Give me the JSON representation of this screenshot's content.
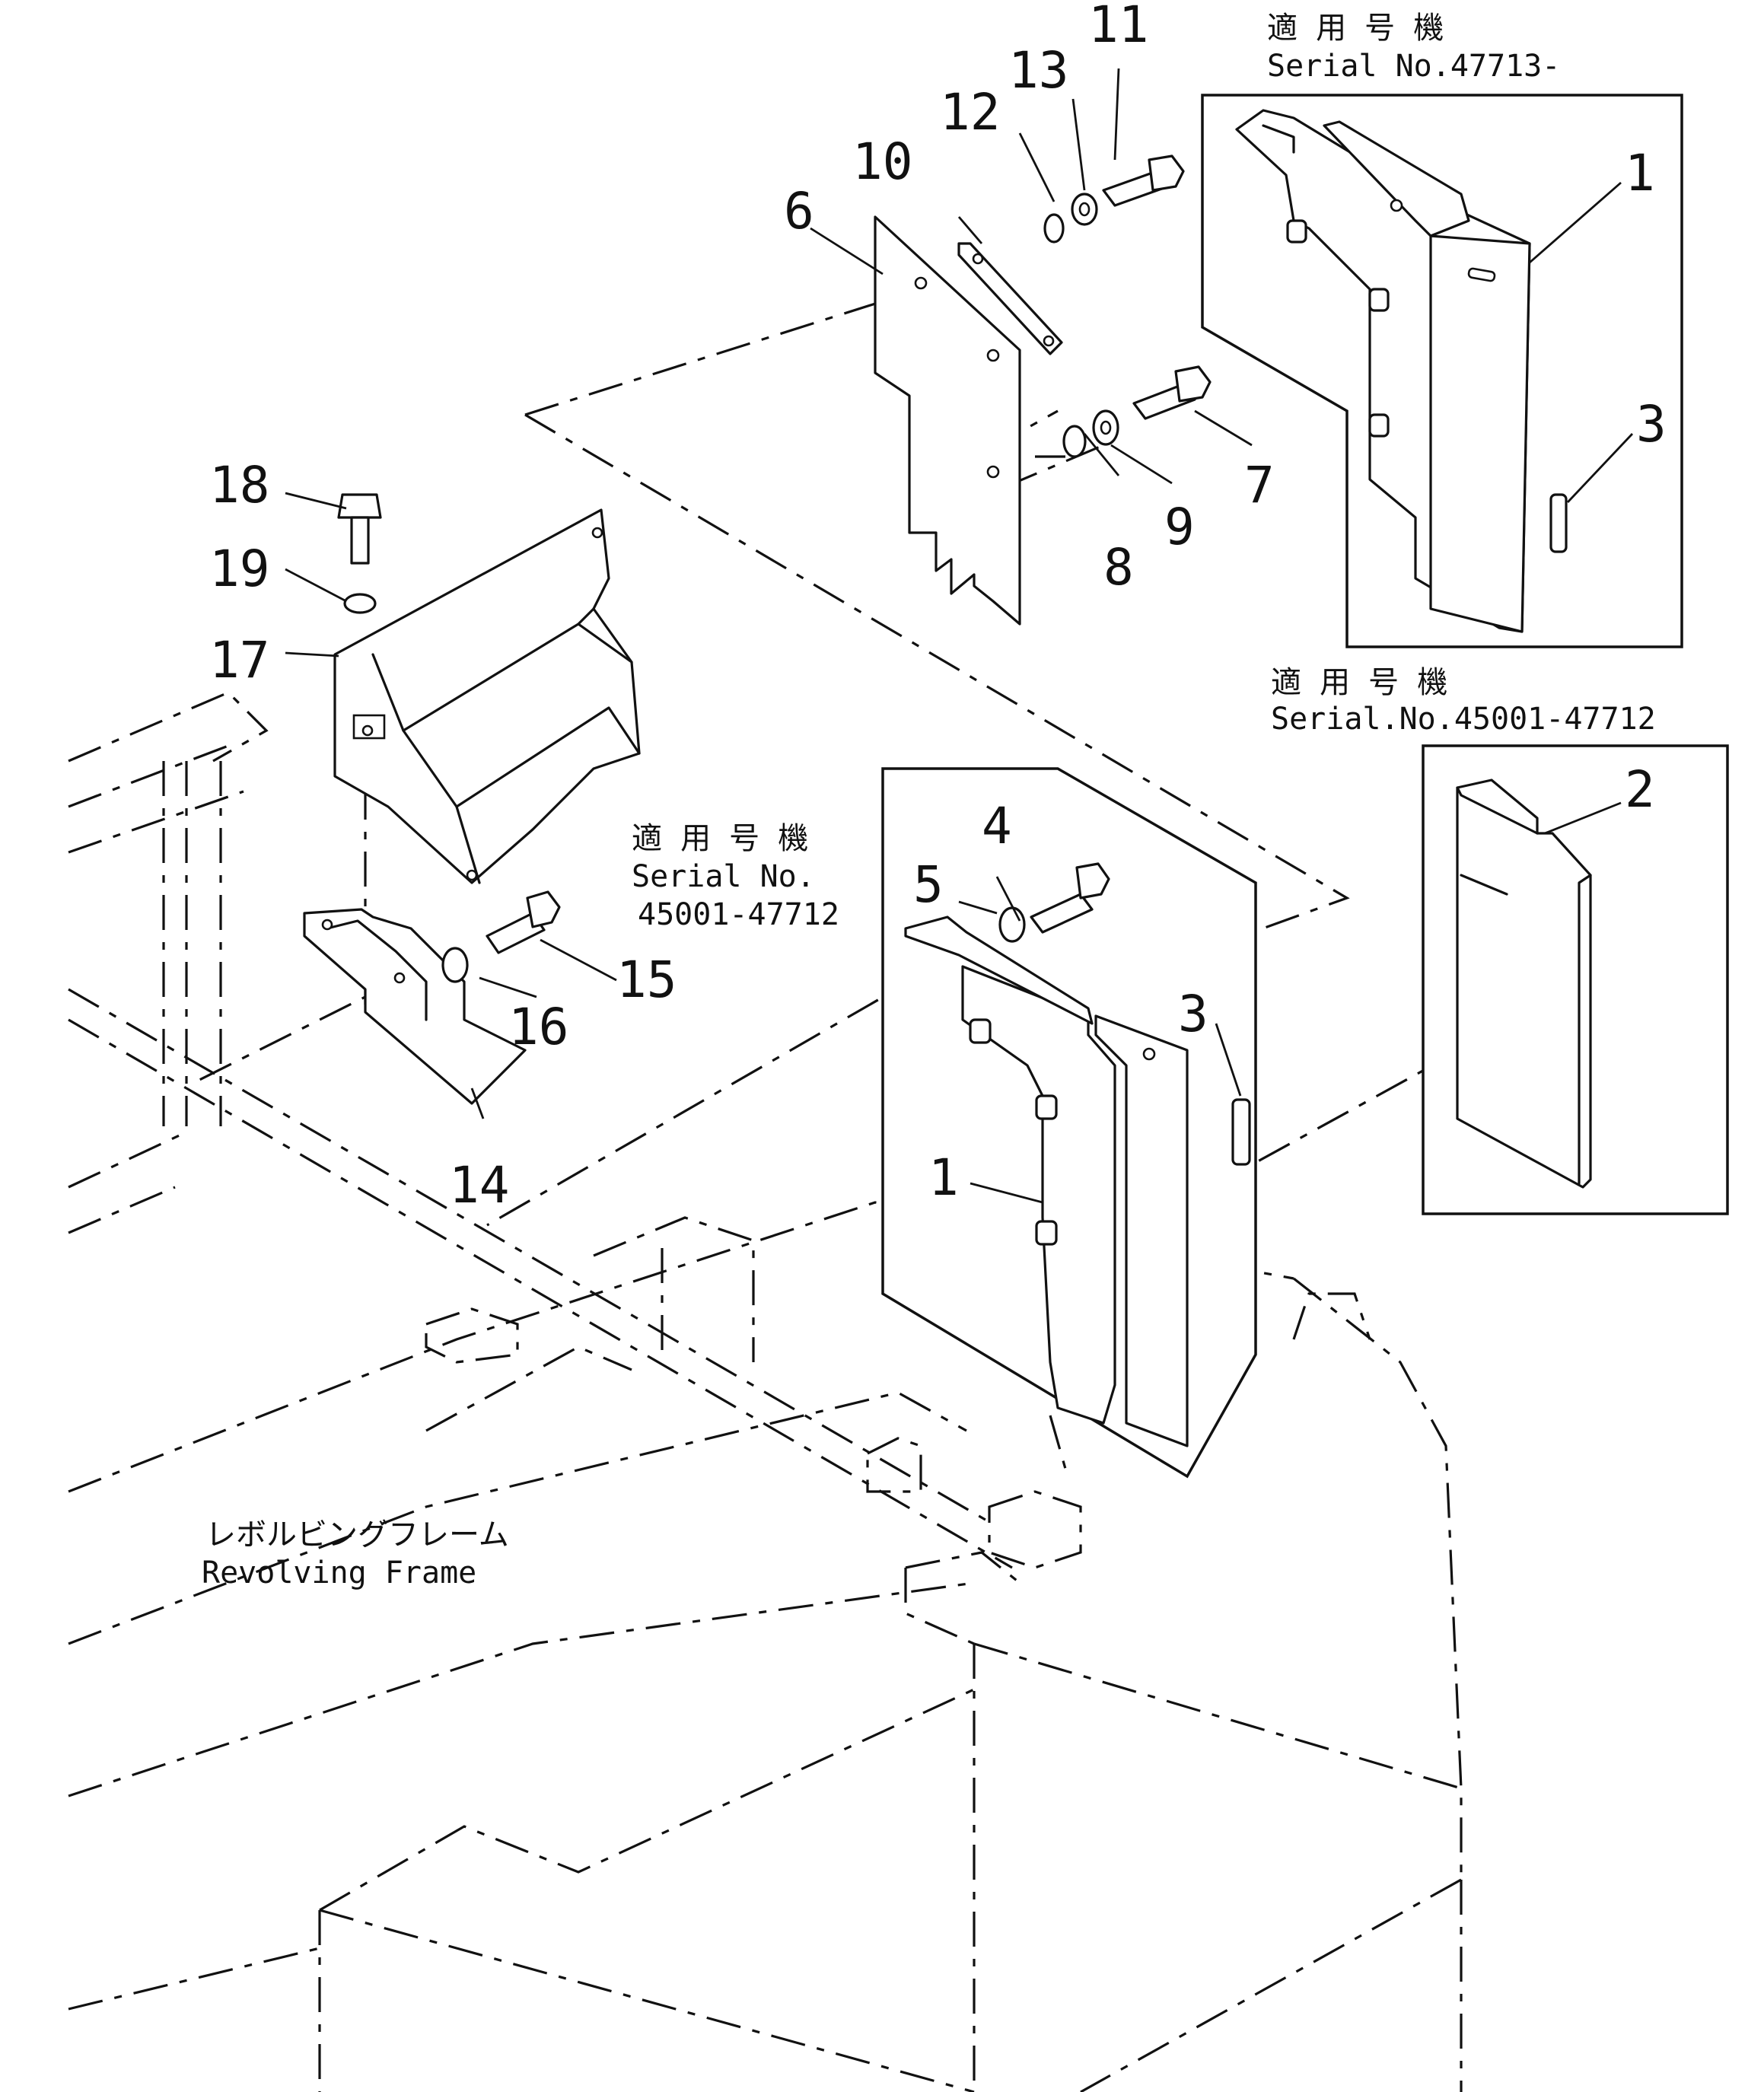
{
  "labels": {
    "n1a": "1",
    "n1b": "1",
    "n2": "2",
    "n3a": "3",
    "n3b": "3",
    "n4": "4",
    "n5": "5",
    "n6": "6",
    "n7": "7",
    "n8": "8",
    "n9": "9",
    "n10": "10",
    "n11": "11",
    "n12": "12",
    "n13": "13",
    "n14": "14",
    "n15": "15",
    "n16": "16",
    "n17": "17",
    "n18": "18",
    "n19": "19"
  },
  "serial_notes": {
    "top_right": {
      "jp": "適 用 号 機",
      "en": "Serial No.47713-"
    },
    "mid_right": {
      "jp": "適 用 号 機",
      "en": "Serial.No.45001-47712"
    },
    "center": {
      "jp": "適 用 号 機",
      "en1": "Serial No.",
      "en2": "45001-47712"
    }
  },
  "frame_caption": {
    "jp": "レボルビングフレーム",
    "en": "Revolving Frame"
  }
}
